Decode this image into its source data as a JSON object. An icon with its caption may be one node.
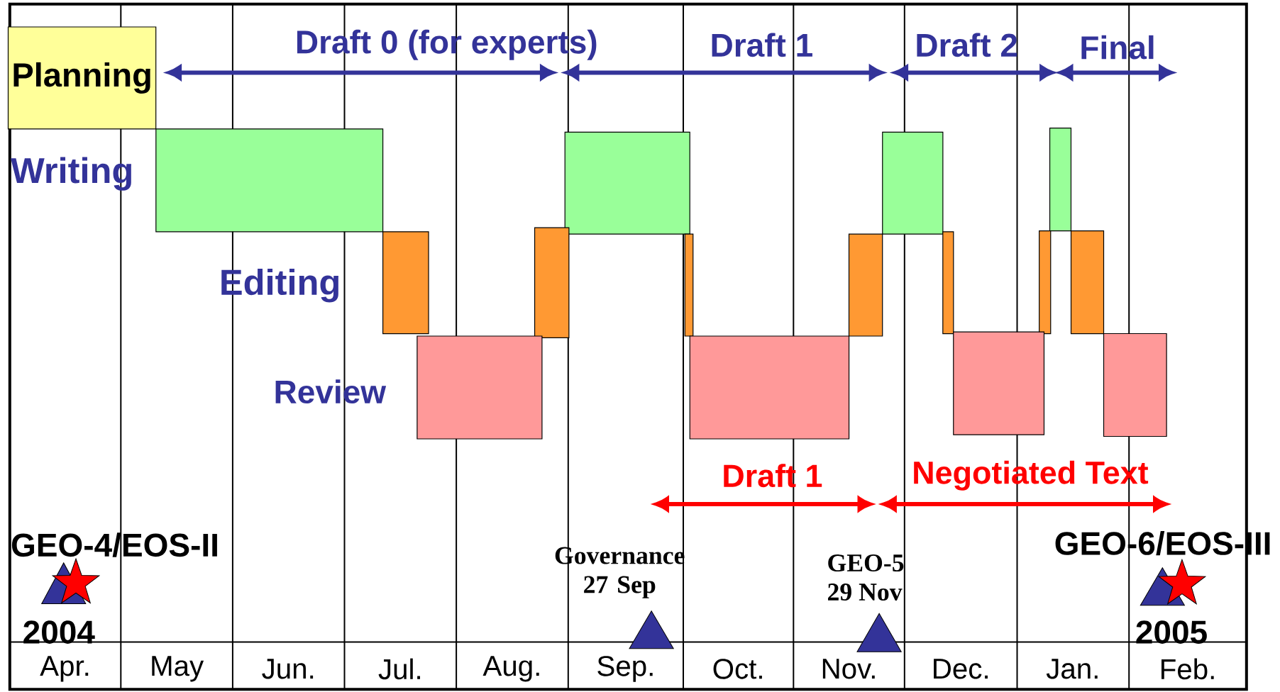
{
  "diagram": {
    "nodes": [
      {
        "text": [
          "Planning"
        ]
      },
      {
        "text": [],
        "shape": "box"
      },
      {
        "text": [],
        "shape": "box"
      },
      {
        "text": [],
        "shape": "box"
      },
      {
        "text": [],
        "shape": "box"
      },
      {
        "text": [],
        "shape": "box"
      },
      {
        "text": [],
        "shape": "box"
      },
      {
        "text": [],
        "shape": "box"
      },
      {
        "text": [],
        "shape": "box"
      },
      {
        "text": [],
        "shape": "box"
      },
      {
        "text": [],
        "shape": "box"
      },
      {
        "text": [],
        "shape": "box"
      },
      {
        "text": [],
        "shape": "box"
      },
      {
        "text": [],
        "shape": "box"
      },
      {
        "text": [],
        "shape": "box"
      },
      {
        "text": [],
        "shape": "box"
      }
    ],
    "labels": [
      "Draft 0 (for experts)",
      "Draft 1",
      "Draft 2",
      "Final",
      "Writing",
      "Editing",
      "Review",
      "Draft 1",
      "Negotiated Text",
      "GEO-4/EOS-II",
      "GEO-6/EOS-III",
      "Governance 27 Sep",
      "GEO-5 29 Nov",
      "2004",
      "2005",
      "Apr.",
      "May",
      "Jun.",
      "Jul.",
      "Aug.",
      "Sep.",
      "Oct.",
      "Nov.",
      "Dec.",
      "Jan.",
      "Feb."
    ]
  }
}
